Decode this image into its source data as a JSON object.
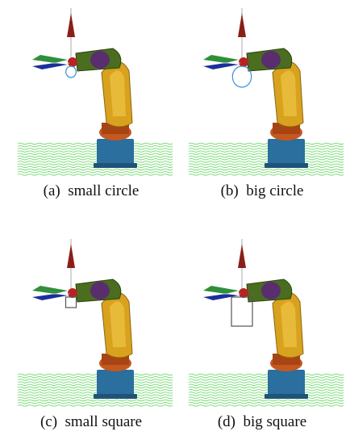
{
  "figure": {
    "panels": [
      {
        "id": "a",
        "caption": "(a)  small circle",
        "path": "circle",
        "size": "small"
      },
      {
        "id": "b",
        "caption": "(b)  big circle",
        "path": "circle",
        "size": "big"
      },
      {
        "id": "c",
        "caption": "(c)  small square",
        "path": "square",
        "size": "small"
      },
      {
        "id": "d",
        "caption": "(d)  big square",
        "path": "square",
        "size": "big"
      }
    ]
  },
  "colors": {
    "floor_grid": "#7ddc7a",
    "base": "#2a6f9e",
    "joint": "#c4581e",
    "arm_body": "#d8a21e",
    "forearm": "#4a6d1f",
    "wrist": "#5a2e6e",
    "gripper_top": "#2f8f3a",
    "gripper_bottom": "#1b2f9c",
    "axis_arrow": "#8a1f17",
    "circle_path": "#3b8fd8",
    "square_path": "#555555"
  }
}
